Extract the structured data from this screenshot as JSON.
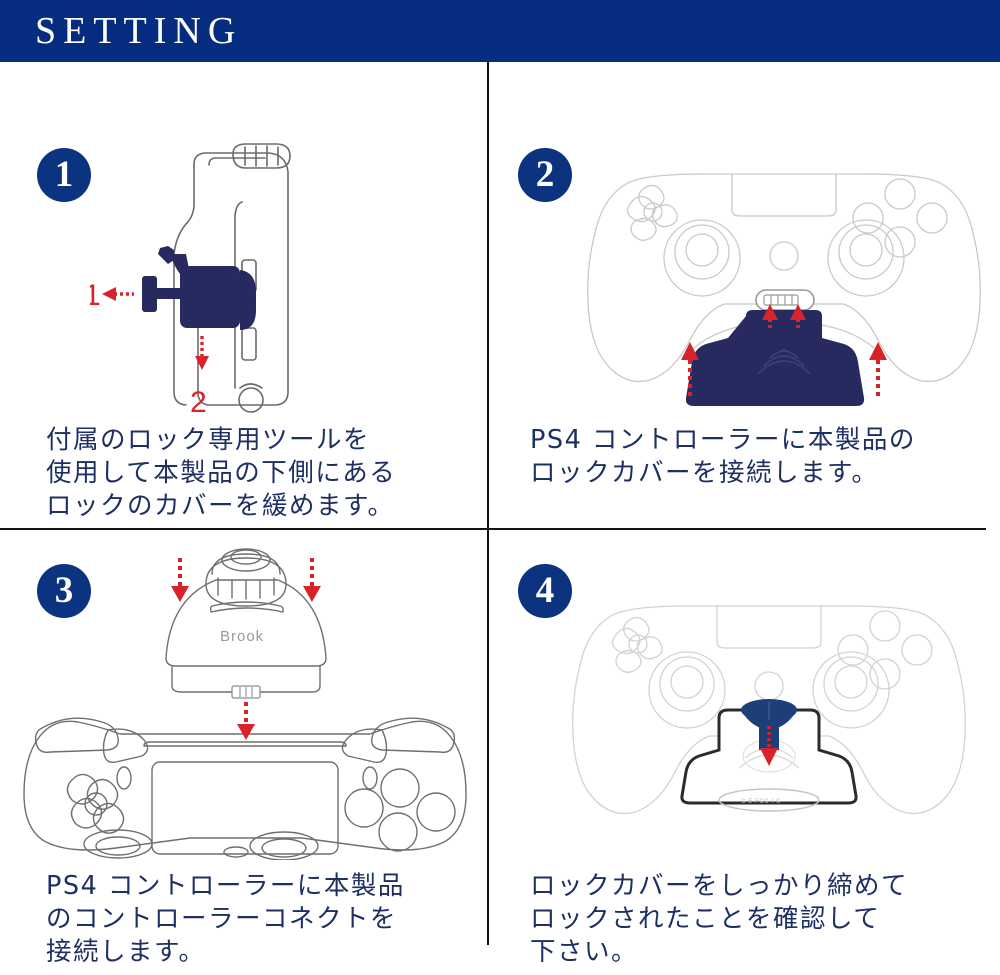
{
  "header": {
    "title": "SETTING",
    "background_color": "#052c7e",
    "text_color": "#ffffff"
  },
  "colors": {
    "navy": "#0b3380",
    "header_navy": "#052c7e",
    "caption_navy": "#1d2f63",
    "arrow_red": "#d8232a",
    "part_navy": "#272a5e",
    "outline_gray": "#6b6b6b",
    "divider": "#141414"
  },
  "panels": [
    {
      "step": "1",
      "badge_label": "1",
      "caption": "付属のロック専用ツールを\n使用して本製品の下側にある\nロックのカバーを緩めます。",
      "illustration": {
        "name": "device-side-view-with-lock-tool",
        "annotations": [
          {
            "label": "1",
            "direction": "left",
            "color": "#d8232a"
          },
          {
            "label": "2",
            "direction": "down",
            "color": "#d8232a"
          }
        ]
      }
    },
    {
      "step": "2",
      "badge_label": "2",
      "caption": "PS4 コントローラーに本製品の\nロックカバーを接続します。",
      "illustration": {
        "name": "ps4-controller-front-with-lock-cover",
        "annotations": [
          {
            "label": "",
            "direction": "up",
            "color": "#d8232a"
          },
          {
            "label": "",
            "direction": "up",
            "color": "#d8232a"
          },
          {
            "label": "",
            "direction": "up",
            "color": "#d8232a"
          },
          {
            "label": "",
            "direction": "up",
            "color": "#d8232a"
          }
        ]
      }
    },
    {
      "step": "3",
      "badge_label": "3",
      "caption": "PS4 コントローラーに本製品\nのコントローラーコネクトを\n接続します。",
      "illustration": {
        "name": "ps4-controller-top-with-brook-adapter",
        "brand_label": "Brook",
        "annotations": [
          {
            "label": "",
            "direction": "down",
            "color": "#d8232a"
          },
          {
            "label": "",
            "direction": "down",
            "color": "#d8232a"
          },
          {
            "label": "",
            "direction": "down",
            "color": "#d8232a"
          }
        ]
      }
    },
    {
      "step": "4",
      "badge_label": "4",
      "caption": "ロックカバーをしっかり締めて\nロックされたことを確認して\n下さい。",
      "illustration": {
        "name": "ps4-controller-tighten-lock-screw",
        "micro_label": "C E FCC I C",
        "annotations": [
          {
            "label": "",
            "direction": "down",
            "color": "#d8232a"
          }
        ]
      }
    }
  ]
}
